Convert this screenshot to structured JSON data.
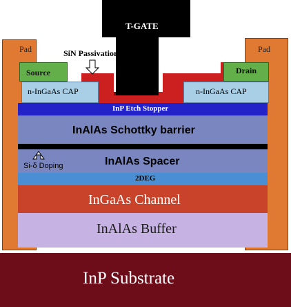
{
  "diagram": {
    "gate": "T-GATE",
    "pad_left": "Pad",
    "pad_right": "Pad",
    "passivation": "SiN Passivation",
    "source": "Source",
    "drain": "Drain",
    "cap_left": "n-InGaAs CAP",
    "cap_right": "n-InGaAs CAP",
    "etch_stopper": "InP Etch Stopper",
    "schottky": "InAlAs Schottky barrier",
    "spacer": "InAlAs Spacer",
    "doping": "Si-δ Doping",
    "two_deg": "2DEG",
    "channel": "InGaAs Channel",
    "buffer": "InAlAs Buffer",
    "substrate": "InP Substrate"
  },
  "colors": {
    "substrate": "#6e0d1a",
    "buffer": "#c6b3e3",
    "channel": "#c8432a",
    "two_deg": "#4a8fd4",
    "spacer": "#7a86c0",
    "doping_line": "#000000",
    "schottky": "#7a86c0",
    "etch_stopper": "#2222c8",
    "cap": "#a9cfe6",
    "contact": "#63b04a",
    "pad": "#e07a33",
    "passivation": "#cc1f1f",
    "gate": "#000000"
  }
}
